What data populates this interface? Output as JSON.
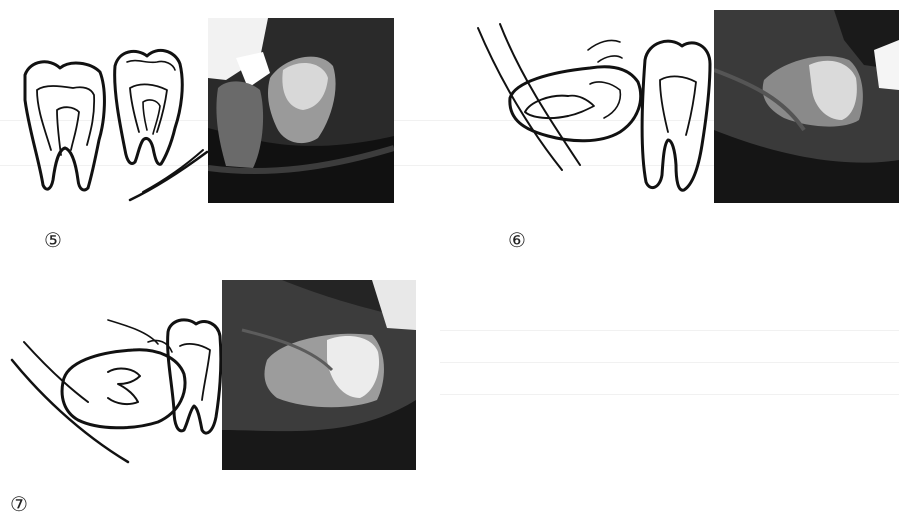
{
  "figures": [
    {
      "id": "fig-5",
      "label": "⑤",
      "drawing_icon": "vertical-impacted-molar-drawing",
      "xray_icon": "vertical-molar-radiograph"
    },
    {
      "id": "fig-6",
      "label": "⑥",
      "drawing_icon": "distoangular-impacted-molar-drawing",
      "xray_icon": "distoangular-molar-radiograph"
    },
    {
      "id": "fig-7",
      "label": "⑦",
      "drawing_icon": "horizontal-impacted-molar-drawing",
      "xray_icon": "horizontal-molar-radiograph"
    }
  ],
  "colors": {
    "ink": "#111111",
    "film_dark": "#1b1b1b",
    "film_mid": "#5a5a5a",
    "film_bright": "#f2f2f2"
  }
}
